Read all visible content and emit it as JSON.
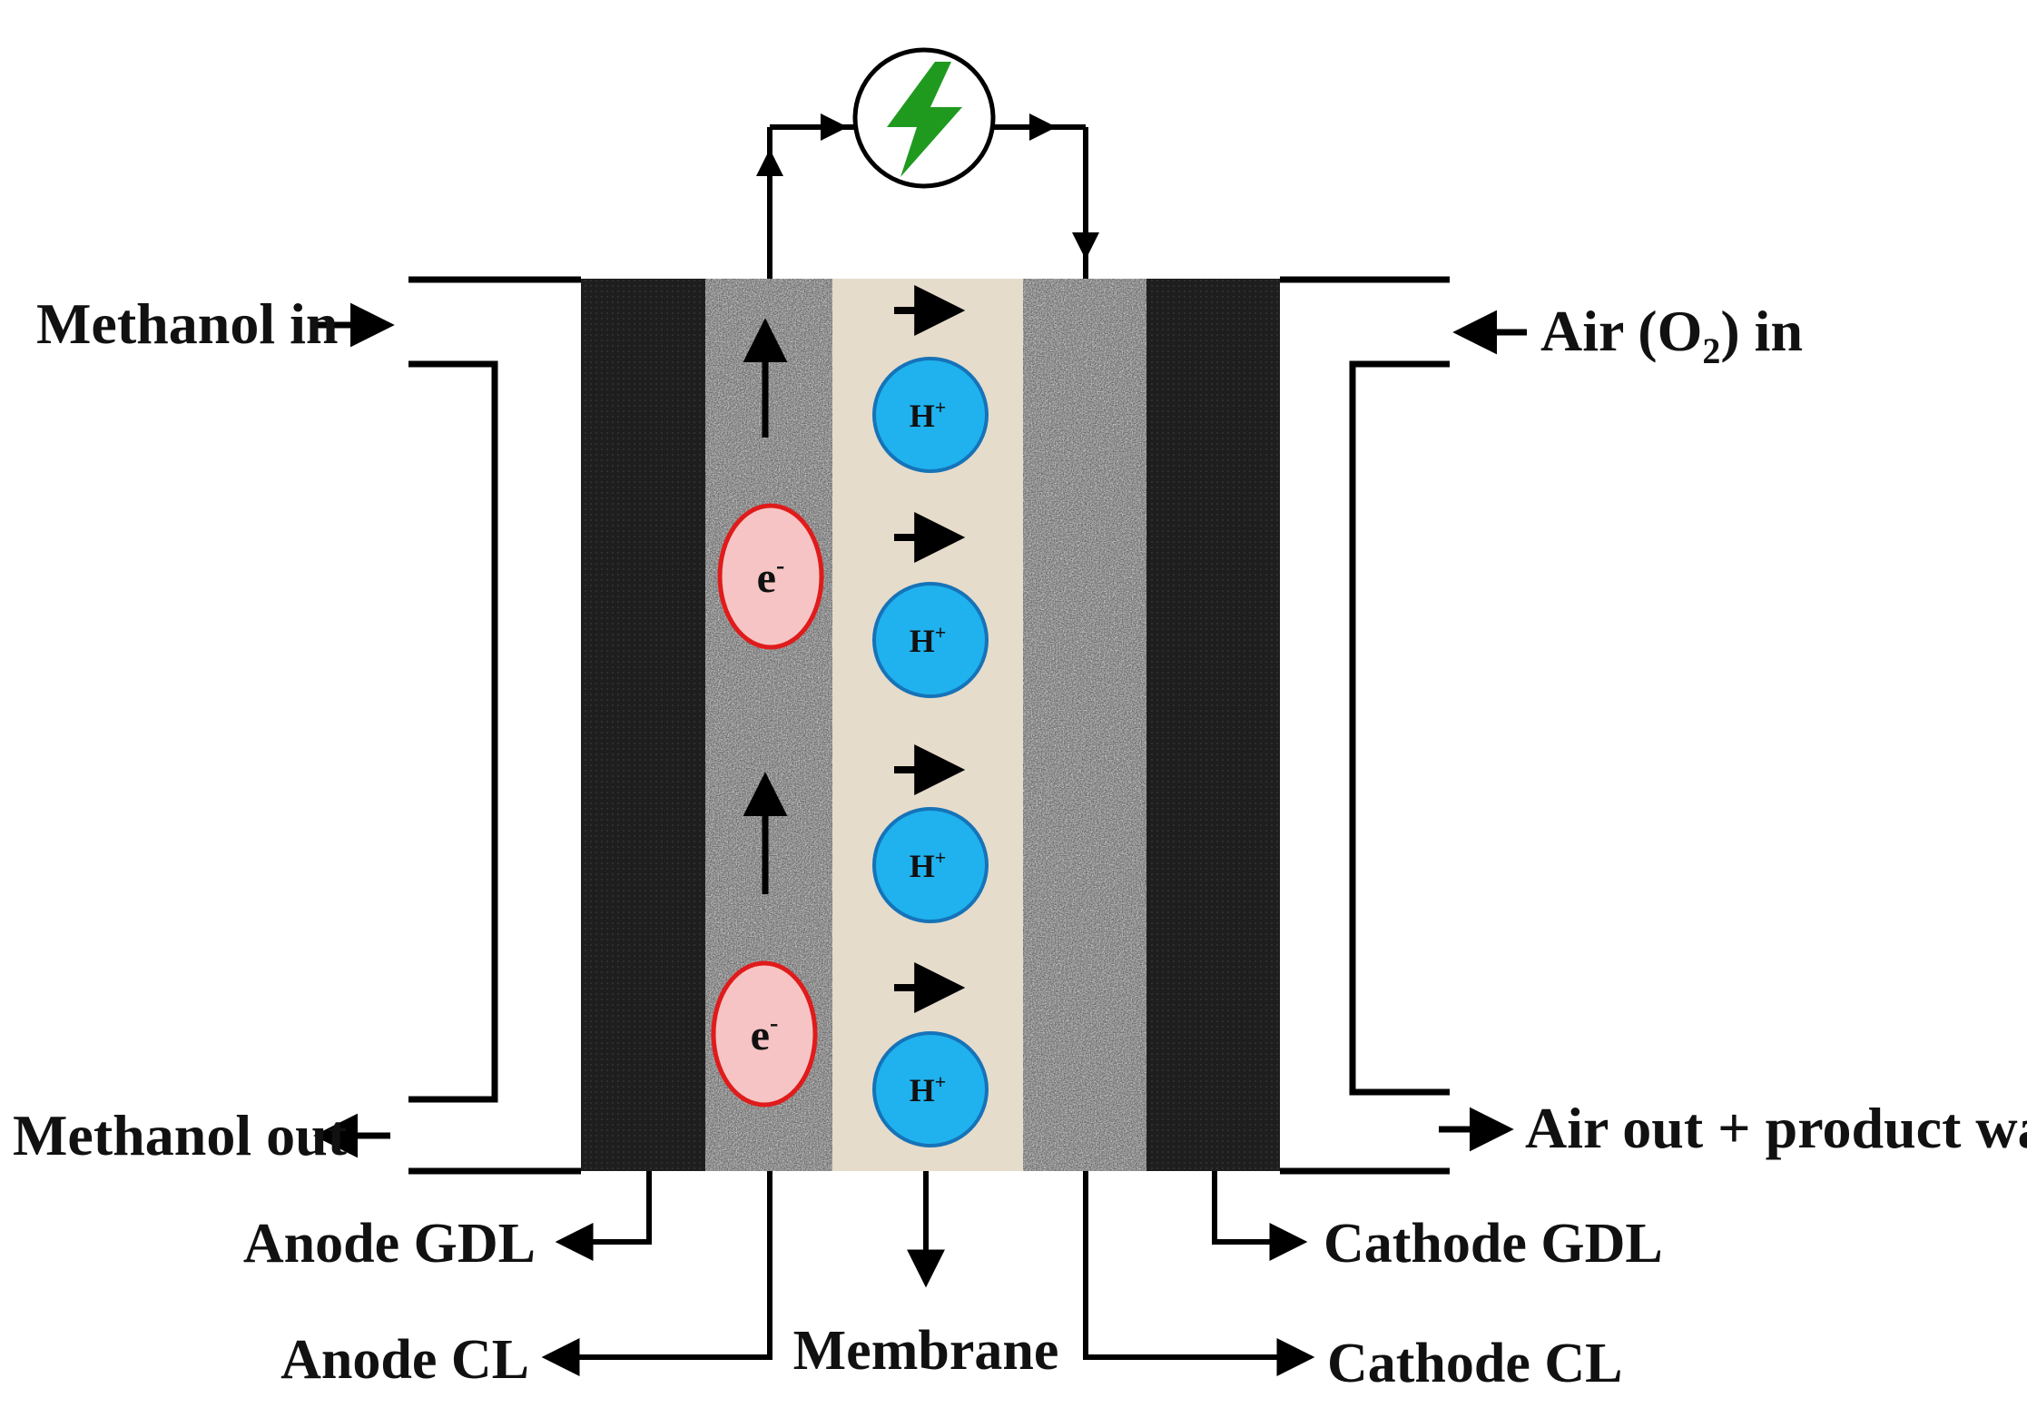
{
  "labels": {
    "methanol_in": "Methanol in",
    "methanol_out": "Methanol out",
    "air_in_prefix": "Air (O",
    "air_in_sub": "2",
    "air_in_suffix": ") in",
    "air_out": "Air out + product water",
    "anode_gdl": "Anode GDL",
    "anode_cl": "Anode CL",
    "membrane": "Membrane",
    "cathode_gdl": "Cathode GDL",
    "cathode_cl": "Cathode CL"
  },
  "particles": {
    "electron_base": "e",
    "electron_sign": "-",
    "proton_base": "H",
    "proton_sign": "+"
  },
  "icons": {
    "load": "lightning-bolt-icon"
  },
  "colors": {
    "gdl": "#1e1e1e",
    "catalyst_layer": "#9a9a9a",
    "membrane": "#e6dccb",
    "electron_fill": "#f6c4c4",
    "electron_stroke": "#e01b1b",
    "proton_fill": "#1fb2ee",
    "proton_stroke": "#1673b8",
    "bolt": "#1f9a1f",
    "line": "#000000"
  }
}
